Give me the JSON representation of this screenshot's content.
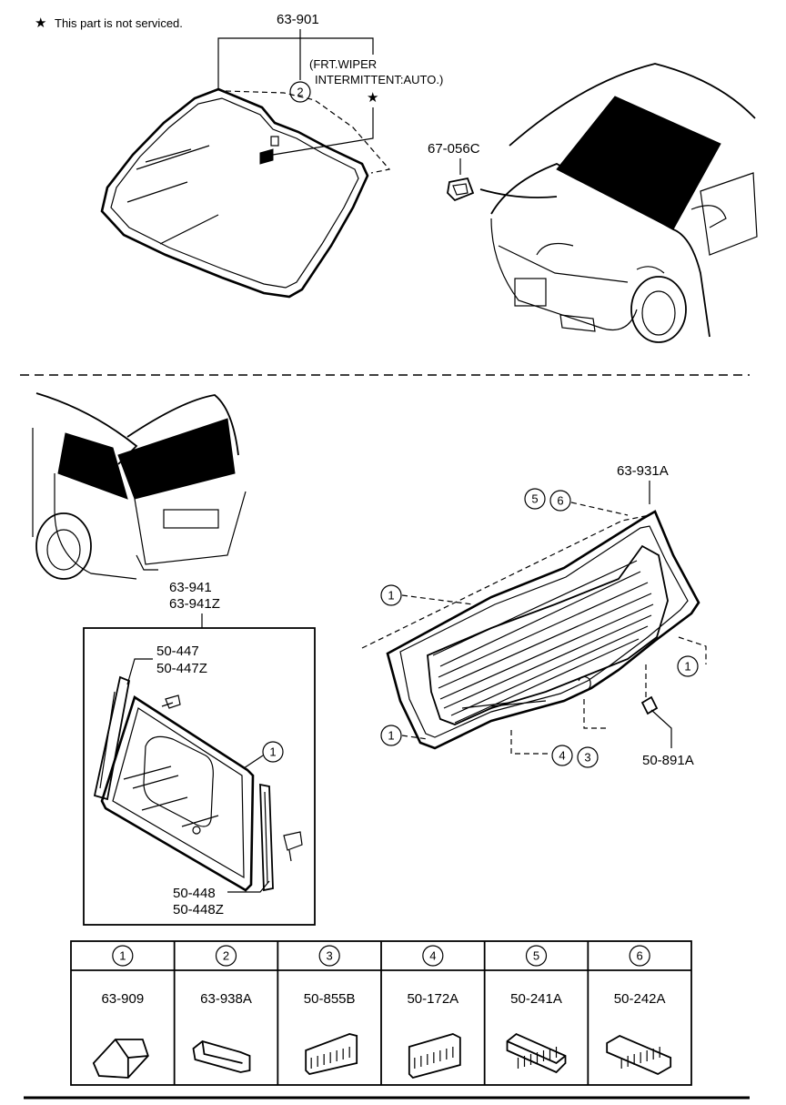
{
  "note": {
    "star": "★",
    "text": "This part is not serviced."
  },
  "front": {
    "windshield_part": "63-901",
    "callout_2": "2",
    "wiper_note_line1": "(FRT.WIPER",
    "wiper_note_line2": "INTERMITTENT:AUTO.)",
    "star": "★",
    "clip_part": "67-056C"
  },
  "rear": {
    "liftgate_glass_part": "63-931A",
    "callout_5": "5",
    "callout_6": "6",
    "callout_1a": "1",
    "callout_1b": "1",
    "callout_1c": "1",
    "callout_4": "4",
    "callout_3": "3",
    "bracket_part": "50-891A"
  },
  "quarter": {
    "glass_part_1": "63-941",
    "glass_part_2": "63-941Z",
    "molding_front_1": "50-447",
    "molding_front_2": "50-447Z",
    "callout_1": "1",
    "molding_rear_1": "50-448",
    "molding_rear_2": "50-448Z"
  },
  "legend": {
    "columns": [
      {
        "key": "1",
        "part": "63-909"
      },
      {
        "key": "2",
        "part": "63-938A"
      },
      {
        "key": "3",
        "part": "50-855B"
      },
      {
        "key": "4",
        "part": "50-172A"
      },
      {
        "key": "5",
        "part": "50-241A"
      },
      {
        "key": "6",
        "part": "50-242A"
      }
    ]
  }
}
